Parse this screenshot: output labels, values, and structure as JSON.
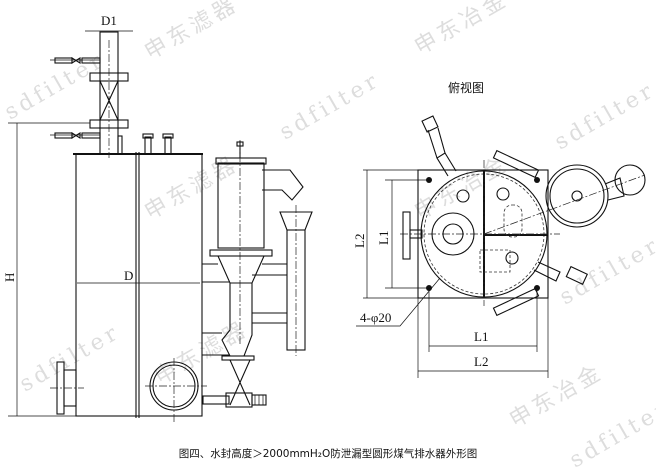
{
  "watermarks": {
    "brand_cn_a": "申东滤器",
    "brand_cn_b": "申东冶金",
    "brand_en": "sdfilter"
  },
  "elevation": {
    "label_d1": "D1",
    "label_h": "H",
    "label_d": "D"
  },
  "plan_view": {
    "title": "俯视图",
    "label_l1_vertical": "L1",
    "label_l2_vertical": "L2",
    "label_l1_horizontal": "L1",
    "label_l2_horizontal": "L2",
    "bolt_holes": "4-φ20"
  },
  "caption": "图四、水封高度＞2000mmH₂O防泄漏型圆形煤气排水器外形图"
}
